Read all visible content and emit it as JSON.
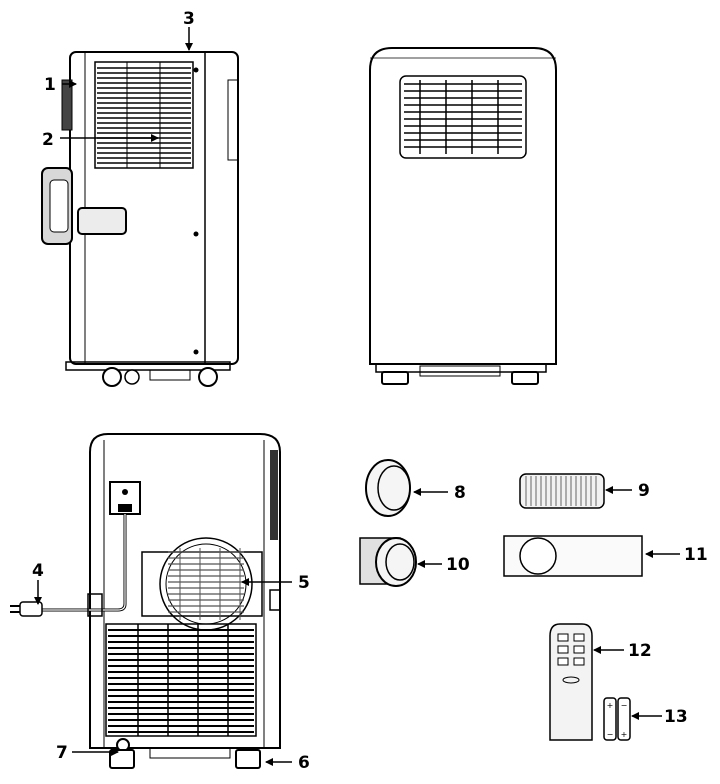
{
  "callouts": {
    "c1": "1",
    "c2": "2",
    "c3": "3",
    "c4": "4",
    "c5": "5",
    "c6": "6",
    "c7": "7",
    "c8": "8",
    "c9": "9",
    "c10": "10",
    "c11": "11",
    "c12": "12",
    "c13": "13"
  },
  "battery": {
    "plus": "+",
    "minus": "−"
  }
}
